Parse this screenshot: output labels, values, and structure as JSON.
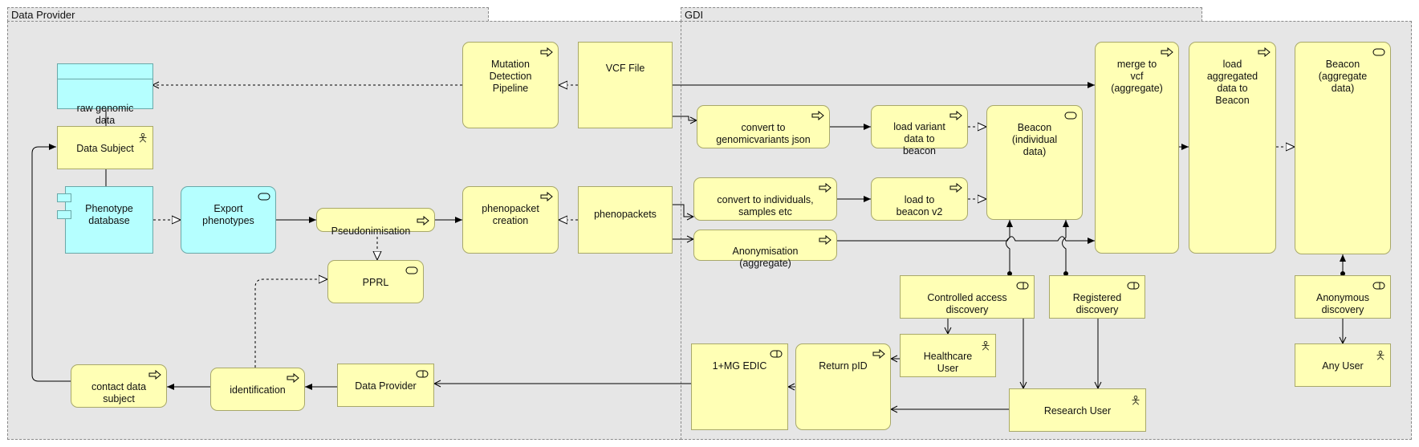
{
  "groups": {
    "data_provider": "Data Provider",
    "gdi": "GDI"
  },
  "nodes": {
    "raw_genomic": "raw genomic data",
    "data_subject": "Data Subject",
    "phenotype_db": "Phenotype\ndatabase",
    "export_phenotypes": "Export\nphenotypes",
    "pseudonymisation": "Pseudonimisation",
    "pprl": "PPRL",
    "mutation_pipeline": "Mutation\nDetection\nPipeline",
    "vcf_file": "VCF File",
    "phenopacket_creation": "phenopacket\ncreation",
    "phenopackets": "phenopackets",
    "contact_subject": "contact data\nsubject",
    "identification": "identification",
    "data_provider_svc": "Data Provider",
    "convert_genomic": "convert to\ngenomicvariants json",
    "load_variant": "load variant\ndata to\nbeacon",
    "convert_individuals": "convert to individuals,\nsamples etc",
    "load_beacon_v2": "load to\nbeacon v2",
    "anonymisation": "Anonymisation\n(aggregate)",
    "beacon_individual": "Beacon\n(individual\ndata)",
    "merge_vcf": "merge to\nvcf\n(aggregate)",
    "load_aggregated": "load\naggregated\ndata to\nBeacon",
    "beacon_aggregate": "Beacon\n(aggregate\ndata)",
    "controlled_access": "Controlled access\ndiscovery",
    "registered_discovery": "Registered\ndiscovery",
    "anonymous_discovery": "Anonymous\ndiscovery",
    "healthcare_user": "Healthcare\nUser",
    "any_user": "Any User",
    "edic": "1+MG EDIC",
    "return_pid": "Return pID",
    "research_user": "Research User"
  },
  "colors": {
    "process_fill": "#ffffb5",
    "data_fill": "#b5ffff",
    "group_fill": "#e6e6e6"
  }
}
